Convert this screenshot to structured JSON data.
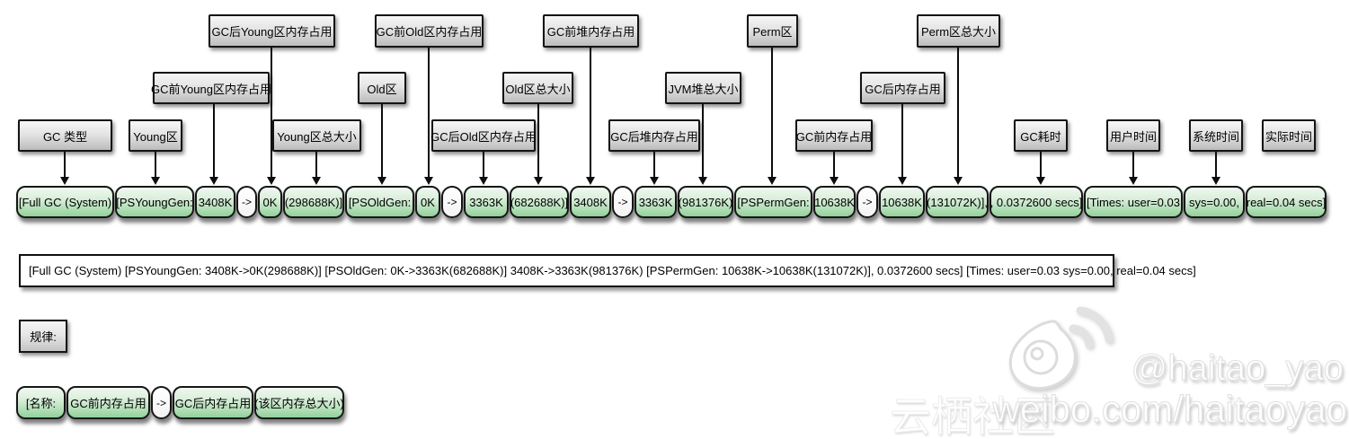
{
  "annotations": {
    "gc_type": "GC 类型",
    "young": "Young区",
    "young_before": "GC前Young区内存占用",
    "young_after": "GC后Young区内存占用",
    "young_total": "Young区总大小",
    "old": "Old区",
    "old_before": "GC前Old区内存占用",
    "old_after": "GC后Old区内存占用",
    "old_total": "Old区总大小",
    "heap_before": "GC前堆内存占用",
    "heap_after": "GC后堆内存占用",
    "heap_total": "JVM堆总大小",
    "perm": "Perm区",
    "perm_before": "GC前内存占用",
    "perm_after": "GC后内存占用",
    "perm_total": "Perm区总大小",
    "gc_time": "GC耗时",
    "user_time": "用户时间",
    "sys_time": "系统时间",
    "real_time": "实际时间"
  },
  "gc_bar": {
    "segments": [
      "[Full GC (System)",
      "[PSYoungGen:",
      "3408K",
      "->",
      "0K",
      "(298688K)]",
      "[PSOldGen:",
      "0K",
      "->",
      "3363K",
      "(682688K)]",
      "3408K",
      "->",
      "3363K",
      "(981376K)",
      "[PSPermGen:",
      "10638K",
      "->",
      "10638K",
      "(131072K)],",
      ", 0.0372600 secs]",
      "[Times: user=0.03",
      "sys=0.00,",
      "real=0.04 secs]"
    ]
  },
  "log_line": "[Full GC (System) [PSYoungGen: 3408K->0K(298688K)] [PSOldGen: 0K->3363K(682688K)] 3408K->3363K(981376K) [PSPermGen: 10638K->10638K(131072K)], 0.0372600 secs] [Times: user=0.03 sys=0.00, real=0.04 secs]",
  "rule_label": "规律:",
  "pattern_bar": {
    "segments": [
      "[名称:",
      "GC前内存占用",
      "->",
      "GC后内存占用",
      "(该区内存总大小)"
    ]
  },
  "watermark": {
    "weibo_handle": "@haitao_yao",
    "weibo_url": "weibo.com/haitaoyao",
    "overlay_text": "云栖社区",
    "logo": "weibo-logo"
  },
  "colors": {
    "segment_green_bottom": "#92d19a",
    "segment_green_top": "#f0f8f0",
    "label_gray_bottom": "#bcbcbc",
    "label_gray_top": "#f6f6f6",
    "border": "#141414",
    "background": "#ffffff"
  }
}
